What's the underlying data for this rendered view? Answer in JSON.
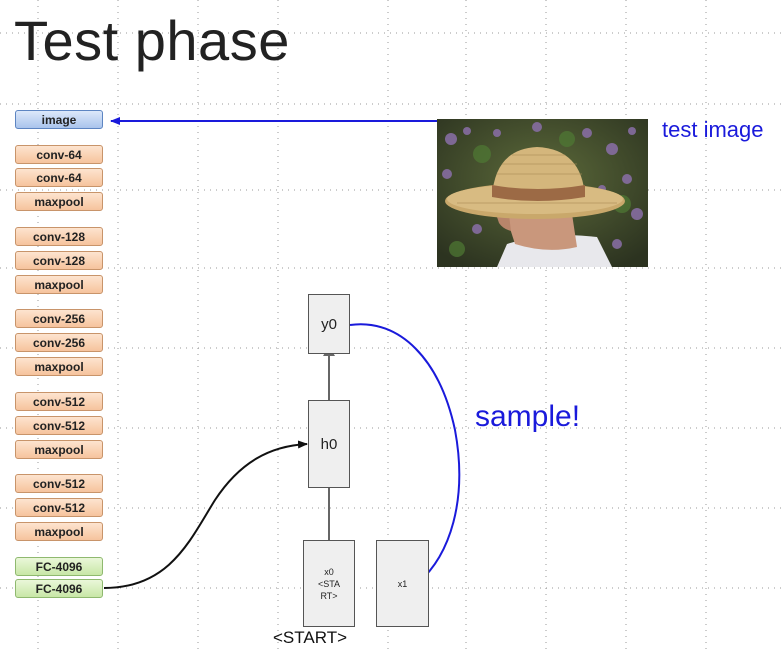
{
  "title": "Test phase",
  "network": {
    "input_layer": "image",
    "layers": [
      "conv-64",
      "conv-64",
      "maxpool",
      "conv-128",
      "conv-128",
      "maxpool",
      "conv-256",
      "conv-256",
      "maxpool",
      "conv-512",
      "conv-512",
      "maxpool",
      "conv-512",
      "conv-512",
      "maxpool"
    ],
    "fc_layers": [
      "FC-4096",
      "FC-4096"
    ]
  },
  "test_image_label": "test image",
  "rnn": {
    "output_node": "y0",
    "hidden_node": "h0",
    "input_node_lines": [
      "x0",
      "<STA",
      "RT>"
    ],
    "next_input_node": "x1",
    "start_label": "<START>",
    "sample_label": "sample!"
  },
  "colors": {
    "arrow_blue": "#1a1adb",
    "image_box": "#a9c4ec",
    "conv_box": "#f6c39d",
    "fc_box": "#c8e7a6"
  },
  "photo_description_icon": "man-in-straw-hat-photo"
}
